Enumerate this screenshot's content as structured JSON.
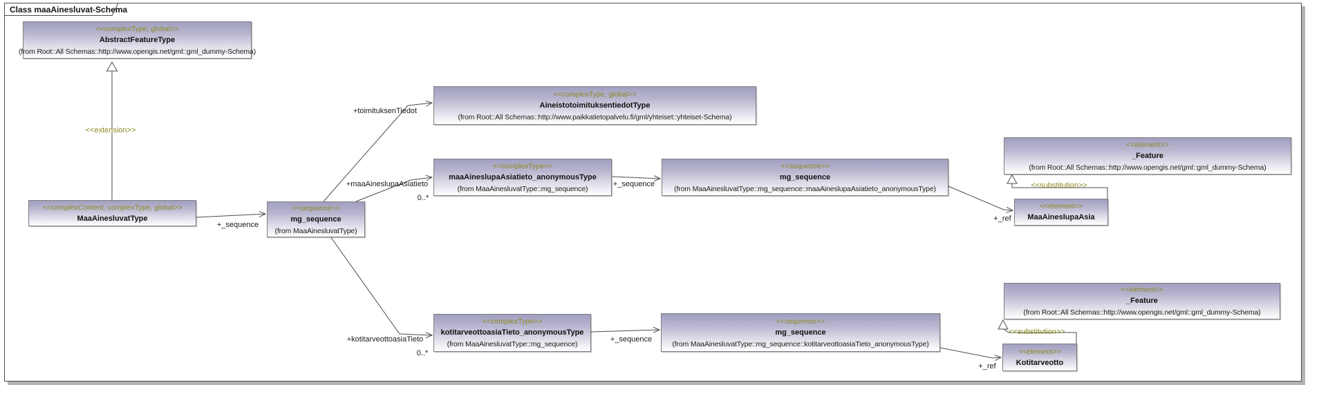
{
  "frame": {
    "title": "Class maaAinesluvat-Schema"
  },
  "colors": {
    "node_gradient_top": "#a19fc0",
    "node_gradient_bottom": "#ffffff",
    "node_border": "#7d7d7d",
    "stereotype_text": "#8a8a21",
    "connector_line": "#4c4c4c",
    "frame_shadow": "#b2b2b2",
    "background": "#ffffff"
  },
  "nodes": [
    {
      "stereotype": "<<complexType, global>>",
      "name": "AbstractFeatureType",
      "from": "(from Root::All Schemas::http://www.opengis.net/gml::gml_dummy-Schema)"
    },
    {
      "stereotype": "<<complexContent, complexType, global>>",
      "name": "MaaAinesluvatType",
      "from": ""
    },
    {
      "stereotype": "<<sequence>>",
      "name": "mg_sequence",
      "from": "(from MaaAinesluvatType)"
    },
    {
      "stereotype": "<<complexType, global>>",
      "name": "AineistotoimituksentiedotType",
      "from": "(from Root::All Schemas::http://www.paikkatietopalvelu.fi/gml/yhteiset::yhteiset-Schema)"
    },
    {
      "stereotype": "<<complexType>>",
      "name": "maaAineslupaAsiatieto_anonymousType",
      "from": "(from MaaAinesluvatType::mg_sequence)"
    },
    {
      "stereotype": "<<sequence>>",
      "name": "mg_sequence",
      "from": "(from MaaAinesluvatType::mg_sequence::maaAineslupaAsiatieto_anonymousType)"
    },
    {
      "stereotype": "<<element>>",
      "name": "_Feature",
      "from": "(from Root::All Schemas::http://www.opengis.net/gml::gml_dummy-Schema)"
    },
    {
      "stereotype": "<<element>>",
      "name": "MaaAineslupaAsia",
      "from": ""
    },
    {
      "stereotype": "<<complexType>>",
      "name": "kotitarveottoasiaTieto_anonymousType",
      "from": "(from MaaAinesluvatType::mg_sequence)"
    },
    {
      "stereotype": "<<sequence>>",
      "name": "mg_sequence",
      "from": "(from MaaAinesluvatType::mg_sequence::kotitarveottoasiaTieto_anonymousType)"
    },
    {
      "stereotype": "<<element>>",
      "name": "_Feature",
      "from": "(from Root::All Schemas::http://www.opengis.net/gml::gml_dummy-Schema)"
    },
    {
      "stereotype": "<<element>>",
      "name": "Kotitarveotto",
      "from": ""
    }
  ],
  "edge_labels": {
    "extension": "<<extension>>",
    "sequence1": "+_sequence",
    "toimituksen_tiedot": "+toimituksenTiedot",
    "maa_aineslupa_asiatieto": "+maaAineslupaAsiatieto",
    "mult1": "0..*",
    "sequence2": "+_sequence",
    "ref1": "+_ref",
    "substitution1": "<<substitution>>",
    "kotitarveottoasia_tieto": "+kotitarveottoasiaTieto",
    "mult2": "0..*",
    "sequence3": "+_sequence",
    "ref2": "+_ref",
    "substitution2": "<<substitution>>"
  }
}
